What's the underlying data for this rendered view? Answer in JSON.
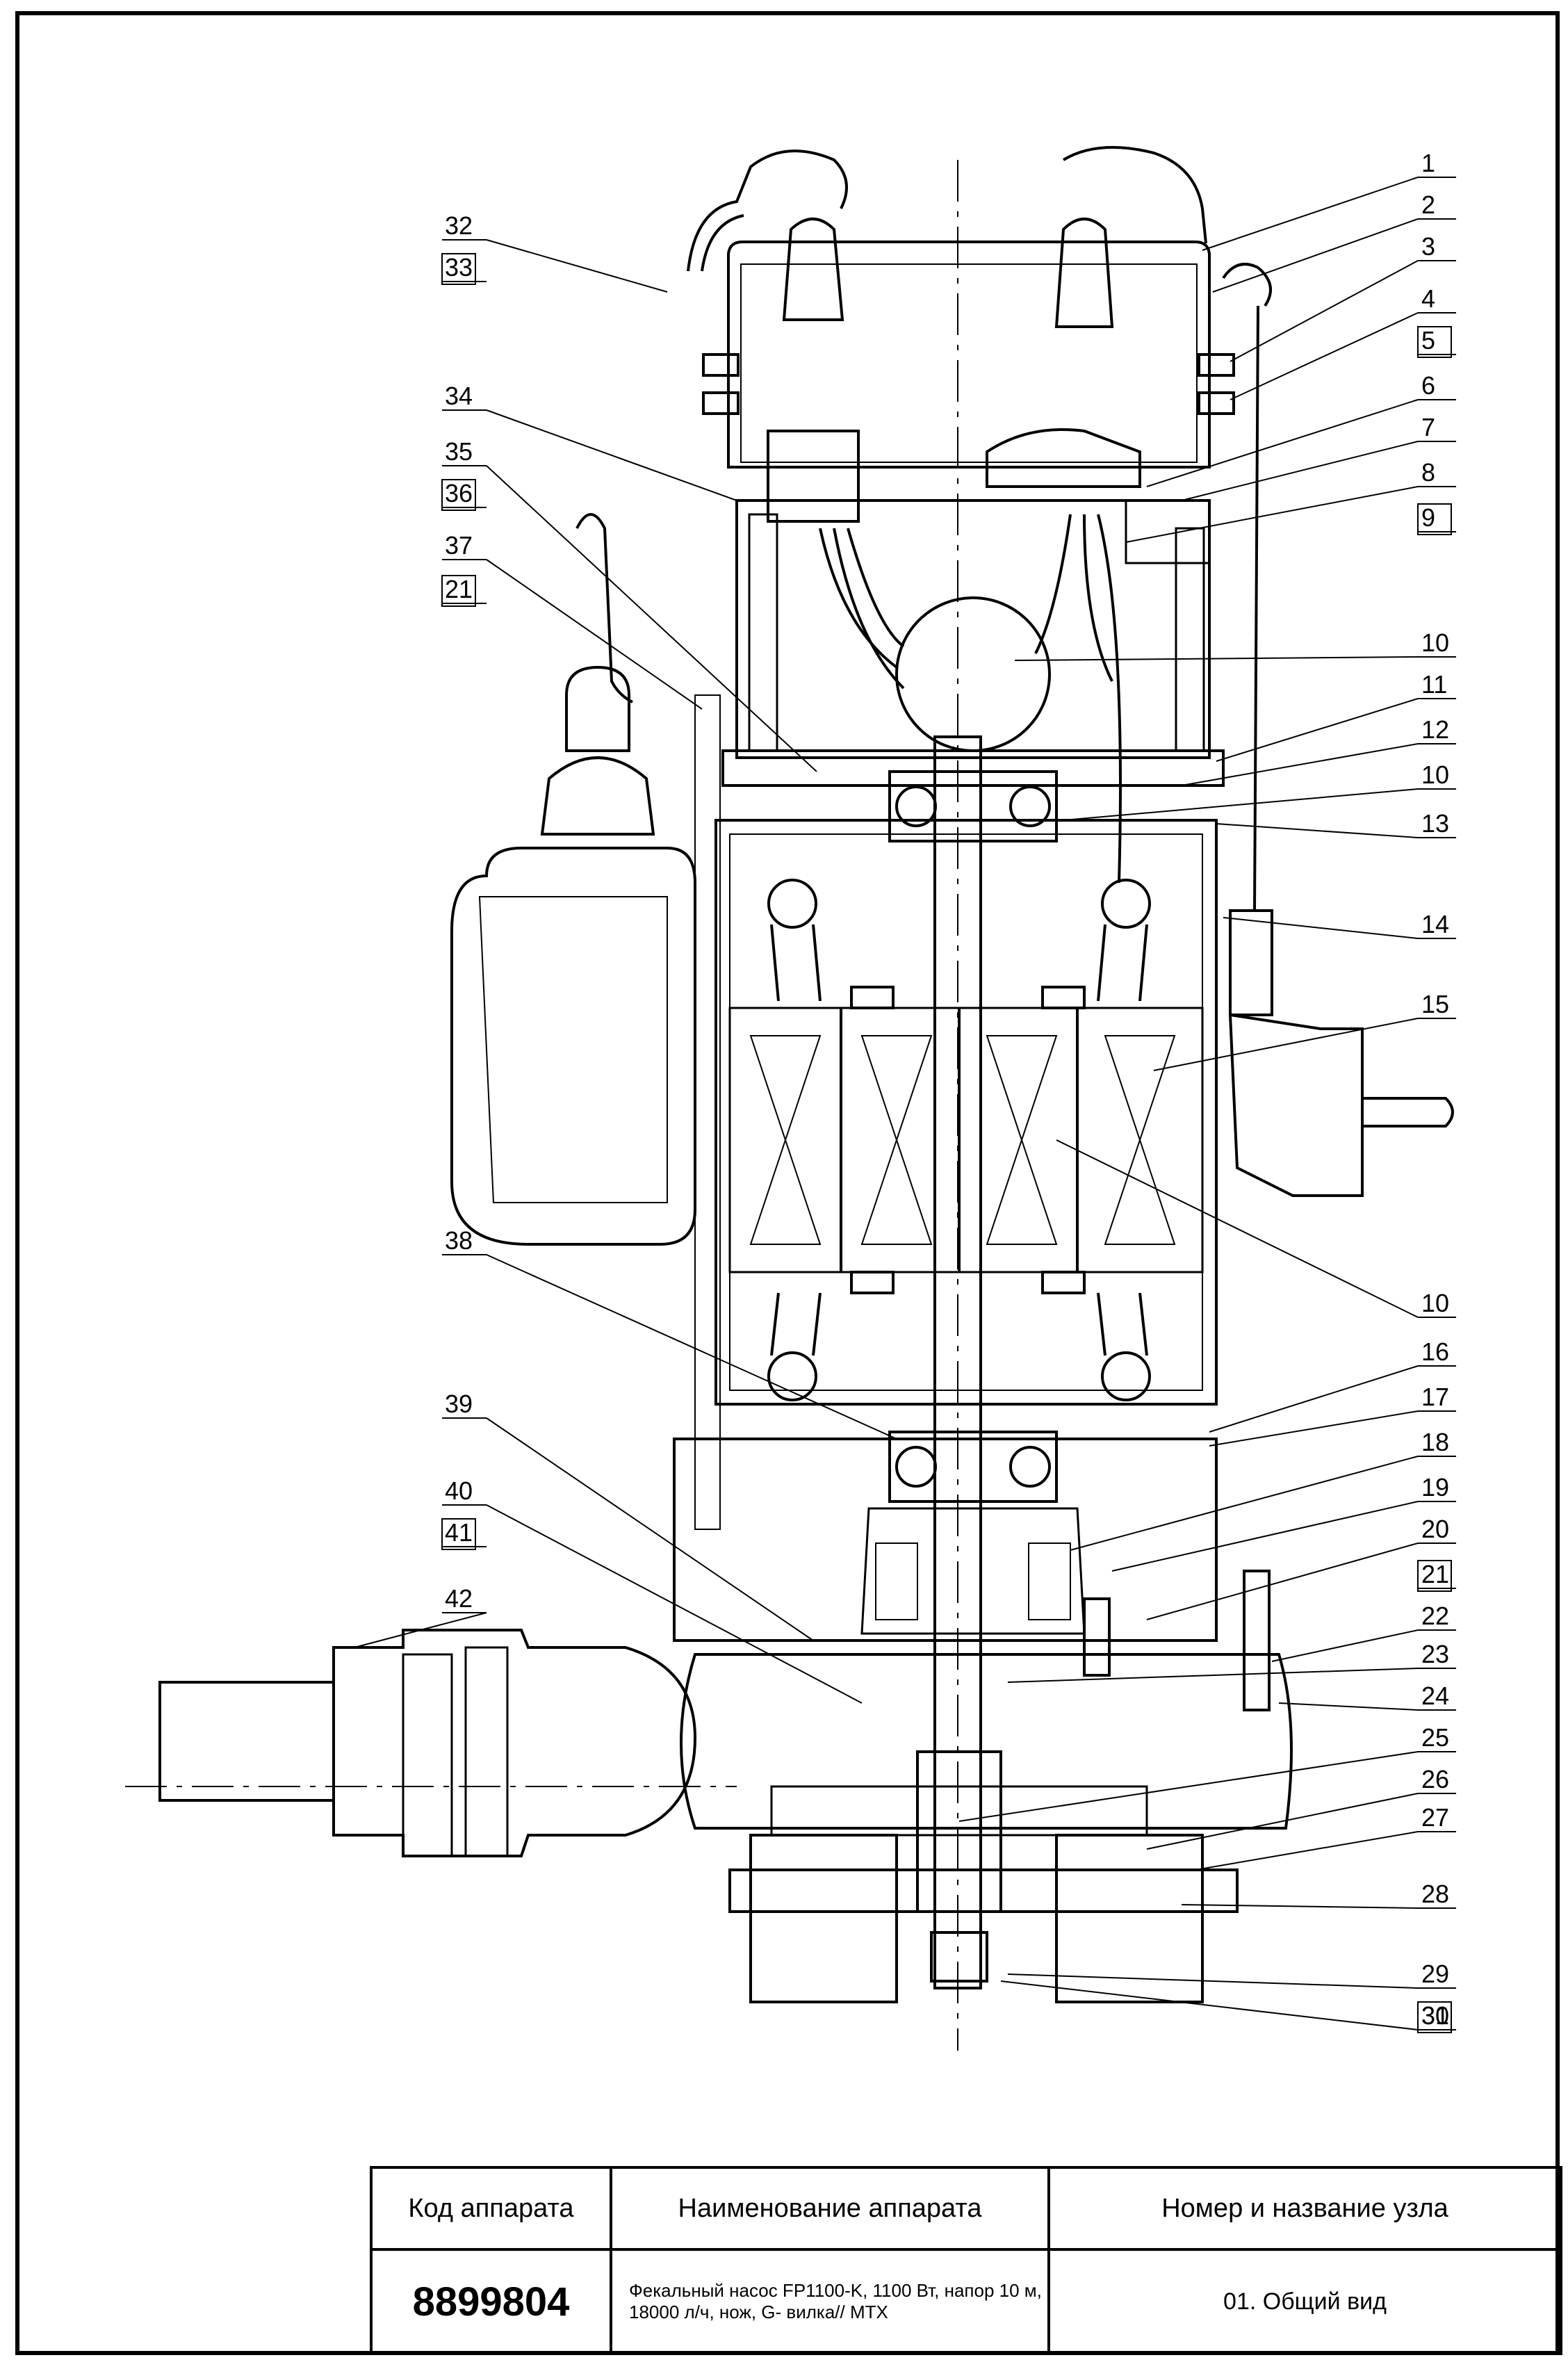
{
  "callouts": {
    "right": [
      {
        "n": "1",
        "boxed": false
      },
      {
        "n": "2",
        "boxed": false
      },
      {
        "n": "3",
        "boxed": false
      },
      {
        "n": "4",
        "boxed": false
      },
      {
        "n": "5",
        "boxed": true
      },
      {
        "n": "6",
        "boxed": false
      },
      {
        "n": "7",
        "boxed": false
      },
      {
        "n": "8",
        "boxed": false
      },
      {
        "n": "9",
        "boxed": true
      },
      {
        "n": "10",
        "boxed": false
      },
      {
        "n": "11",
        "boxed": false
      },
      {
        "n": "12",
        "boxed": false
      },
      {
        "n": "10",
        "boxed": false
      },
      {
        "n": "13",
        "boxed": false
      },
      {
        "n": "14",
        "boxed": false
      },
      {
        "n": "15",
        "boxed": false
      },
      {
        "n": "10",
        "boxed": false
      },
      {
        "n": "16",
        "boxed": false
      },
      {
        "n": "17",
        "boxed": false
      },
      {
        "n": "18",
        "boxed": false
      },
      {
        "n": "19",
        "boxed": false
      },
      {
        "n": "20",
        "boxed": false
      },
      {
        "n": "21",
        "boxed": true
      },
      {
        "n": "22",
        "boxed": false
      },
      {
        "n": "23",
        "boxed": false
      },
      {
        "n": "24",
        "boxed": false
      },
      {
        "n": "25",
        "boxed": false
      },
      {
        "n": "26",
        "boxed": false
      },
      {
        "n": "27",
        "boxed": false
      },
      {
        "n": "28",
        "boxed": false
      },
      {
        "n": "29",
        "boxed": false
      },
      {
        "n": "30",
        "boxed": false
      },
      {
        "n": "31",
        "boxed": true
      }
    ],
    "left": [
      {
        "n": "32",
        "boxed": false
      },
      {
        "n": "33",
        "boxed": true
      },
      {
        "n": "34",
        "boxed": false
      },
      {
        "n": "35",
        "boxed": false
      },
      {
        "n": "36",
        "boxed": true
      },
      {
        "n": "37",
        "boxed": false
      },
      {
        "n": "21",
        "boxed": true
      },
      {
        "n": "38",
        "boxed": false
      },
      {
        "n": "39",
        "boxed": false
      },
      {
        "n": "40",
        "boxed": false
      },
      {
        "n": "41",
        "boxed": true
      },
      {
        "n": "42",
        "boxed": false
      }
    ]
  },
  "title_block": {
    "code_header": "Код аппарата",
    "name_header": "Наименование аппарата",
    "node_header": "Номер и название узла",
    "code_value": "8899804",
    "name_value": "Фекальный насос FP1100-K, 1100 Вт, напор 10 м, 18000 л/ч, нож, G- вилка// MTX",
    "node_value": "01. Общий вид"
  },
  "colors": {
    "line": "#000000",
    "background": "#ffffff"
  }
}
